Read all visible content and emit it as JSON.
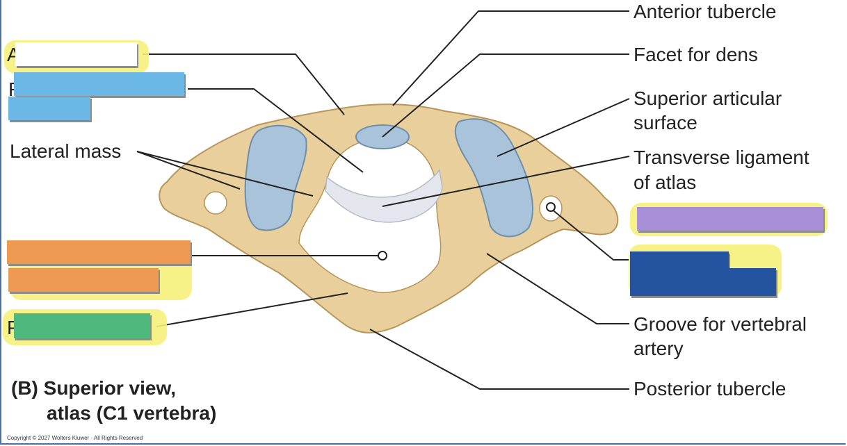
{
  "labels": {
    "anterior_tubercle": "Anterior tubercle",
    "facet_for_dens": "Facet for dens",
    "superior_articular_surface_1": "Superior articular",
    "superior_articular_surface_2": "surface",
    "transverse_ligament_1": "Transverse ligament",
    "transverse_ligament_2": "of atlas",
    "lateral_mass": "Lateral mass",
    "groove_vertebral_artery_1": "Groove for vertebral",
    "groove_vertebral_artery_2": "artery",
    "posterior_tubercle": "Posterior tubercle"
  },
  "caption": {
    "line1": "(B) Superior view,",
    "line2": "atlas (C1 vertebra)"
  },
  "copyright": "Copyright © 2027 Wolters Kluwer · All Rights Reserved",
  "colors": {
    "bone": "#e8cf9c",
    "bone_edge": "#b8955a",
    "cartilage": "#a9c4da",
    "highlight": "#f6f17a",
    "patch_white": "#ffffff",
    "patch_blue": "#6bb8e6",
    "patch_orange": "#ef9a52",
    "patch_green": "#4fb87d",
    "patch_purple": "#a98ed8",
    "patch_navy": "#2454a0"
  }
}
